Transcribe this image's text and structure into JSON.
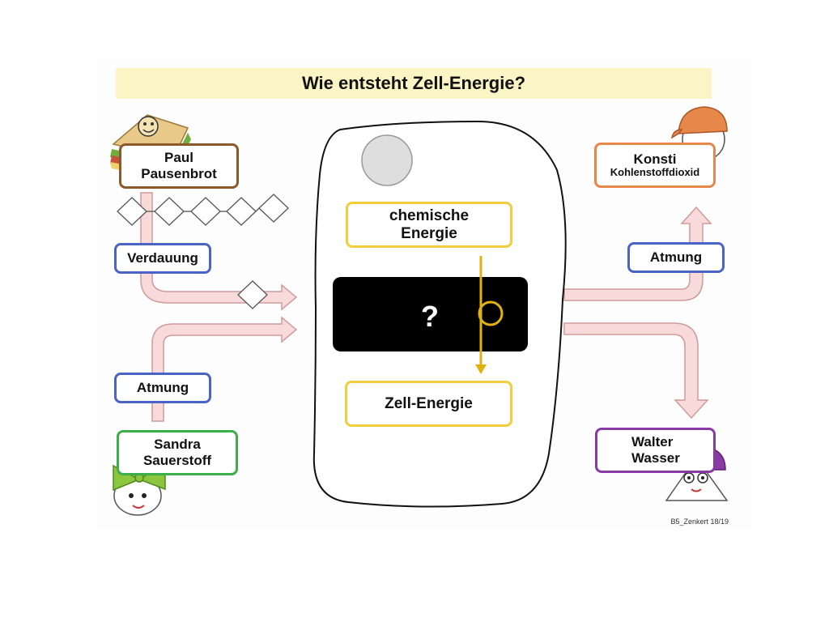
{
  "title": "Wie entsteht Zell-Energie?",
  "characters": {
    "paul": {
      "line1": "Paul",
      "line2": "Pausenbrot"
    },
    "konsti": {
      "line1": "Konsti",
      "line2": "Kohlenstoffdioxid"
    },
    "sandra": {
      "line1": "Sandra",
      "line2": "Sauerstoff"
    },
    "walter": {
      "line1": "Walter",
      "line2": "Wasser"
    }
  },
  "labels": {
    "verdauung": "Verdauung",
    "atmung_left": "Atmung",
    "atmung_right": "Atmung"
  },
  "cell": {
    "chemische_energie": {
      "line1": "chemische",
      "line2": "Energie"
    },
    "question": "?",
    "zell_energie": "Zell-Energie"
  },
  "footer": "B5_Zenkert 18/19",
  "colors": {
    "arrow_fill": "#f8dada",
    "arrow_stroke": "#cf9b9b",
    "paul_border": "#8b5a2b",
    "konsti_border": "#e8874a",
    "sandra_border": "#3cae4a",
    "walter_border": "#8a3aa5",
    "label_border": "#4a63c6",
    "energy_border": "#f2cd3c",
    "title_bg": "#fbf4c4"
  }
}
